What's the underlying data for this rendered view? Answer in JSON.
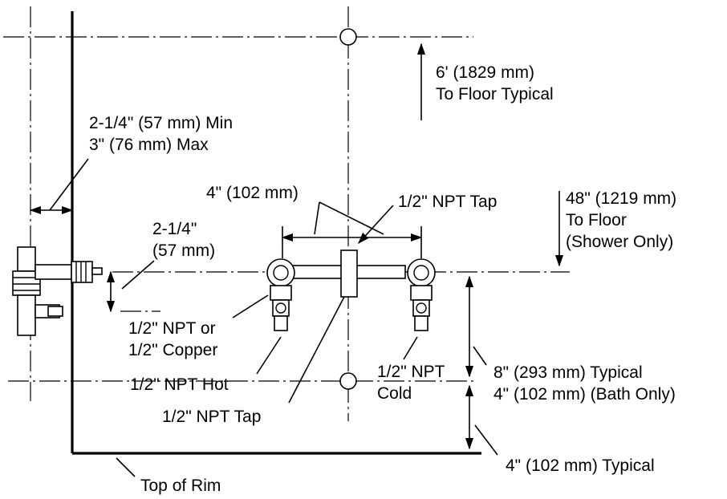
{
  "diagram": {
    "labels": {
      "height_to_floor_typical": [
        "6' (1829 mm)",
        "To Floor Typical"
      ],
      "wall_offset": [
        "2-1/4\" (57 mm) Min",
        "3\" (76 mm)  Max"
      ],
      "spout_spacing": "4\" (102 mm)",
      "npt_tap_top": "1/2\" NPT Tap",
      "height_to_floor_shower": [
        "48\" (1219 mm)",
        "To Floor",
        "(Shower Only)"
      ],
      "side_offset": [
        "2-1/4\"",
        "(57 mm)"
      ],
      "npt_or_copper": [
        "1/2\" NPT or",
        "1/2\" Copper"
      ],
      "npt_hot": "1/2\" NPT Hot",
      "npt_cold": [
        "1/2\" NPT",
        "Cold"
      ],
      "npt_tap_bottom": "1/2\" NPT Tap",
      "bath_typical": [
        "8\" (293 mm) Typical",
        "4\" (102 mm) (Bath Only)"
      ],
      "rim_typical": "4\" (102 mm) Typical",
      "top_of_rim": "Top of Rim"
    }
  }
}
